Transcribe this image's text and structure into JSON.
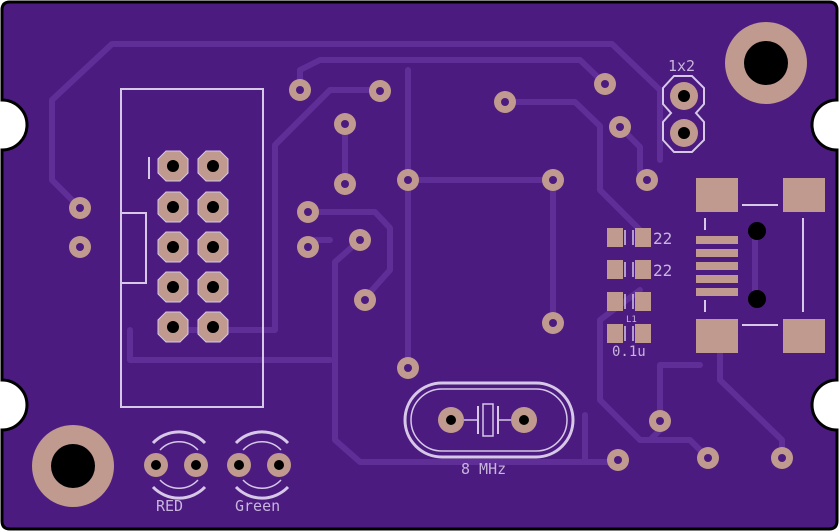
{
  "board": {
    "colors": {
      "substrate": "#4b1b80",
      "trace": "#5f2e96",
      "pad": "#c09a8e",
      "silkscreen": "#d6c8e6",
      "hole": "#000000"
    }
  },
  "labels": {
    "header_1x2": "1x2",
    "res_a": "22",
    "res_b": "22",
    "cap_value": "0.1u",
    "cap_ref": "L1",
    "crystal": "8 MHz",
    "led_red": "RED",
    "led_green": "Green"
  },
  "icons": {
    "mount": "mounting-hole-icon",
    "via": "via-icon",
    "pad": "pad-icon",
    "usb": "usb-connector-icon",
    "crystal": "crystal-icon"
  }
}
